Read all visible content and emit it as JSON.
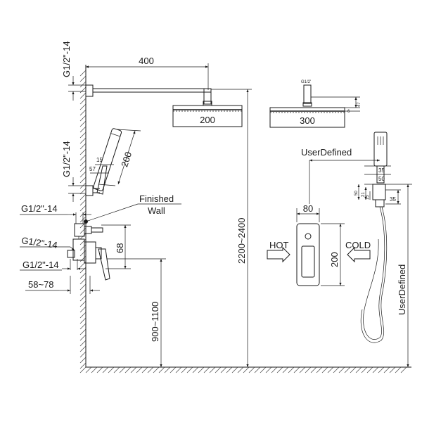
{
  "labels": {
    "thread_top": "G1/2\"-14",
    "thread_hand": "G1/2\"-14",
    "thread_valve_a": "G1/2\"-14",
    "thread_valve_b": "G1/2\"-14",
    "thread_valve_c": "G1/2\"-14",
    "thread_head": "G1/2'",
    "arm_length": "400",
    "head_width_side": "200",
    "head_width_front": "300",
    "holder_15": "15",
    "holder_57": "57",
    "handshower_200": "200",
    "finished": "Finished",
    "wall": "Wall",
    "valve_68": "68",
    "offset_range": "58~78",
    "height_head": "2200~2400",
    "height_valve": "900~1100",
    "head_47": "47",
    "head_6": "6",
    "user_defined_top": "UserDefined",
    "user_defined_side": "UserDefined",
    "plate_80": "80",
    "plate_200": "200",
    "hot": "HOT",
    "cold": "COLD",
    "outlet_35a": "35",
    "outlet_50a": "50",
    "outlet_50b": "50",
    "outlet_21": "21",
    "outlet_15": "15",
    "outlet_35b": "35"
  }
}
